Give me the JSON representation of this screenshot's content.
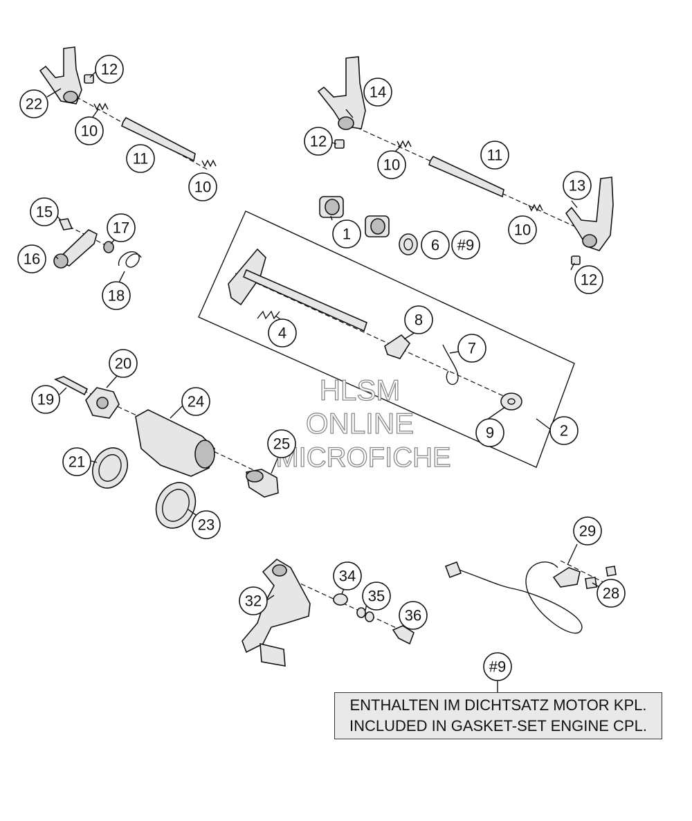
{
  "callouts": {
    "c22": "22",
    "c12a": "12",
    "c10a": "10",
    "c11a": "11",
    "c10b": "10",
    "c14": "14",
    "c12b": "12",
    "c10c": "10",
    "c11b": "11",
    "c13": "13",
    "c10d": "10",
    "c12c": "12",
    "c15": "15",
    "c17": "17",
    "c16": "16",
    "c18": "18",
    "c1": "1",
    "c6": "6",
    "c9hash_a": "#9",
    "c4": "4",
    "c8": "8",
    "c7": "7",
    "c2": "2",
    "c9": "9",
    "c20": "20",
    "c19": "19",
    "c24": "24",
    "c21": "21",
    "c25": "25",
    "c23": "23",
    "c29": "29",
    "c28": "28",
    "c32": "32",
    "c34": "34",
    "c35": "35",
    "c36": "36",
    "c9hash_b": "#9"
  },
  "watermark": {
    "line1": "HLSM",
    "line2": "ONLINE",
    "line3": "MICROFICHE"
  },
  "note": {
    "line_de": "ENTHALTEN IM DICHTSATZ MOTOR KPL.",
    "line_en": "INCLUDED IN GASKET-SET ENGINE CPL."
  }
}
